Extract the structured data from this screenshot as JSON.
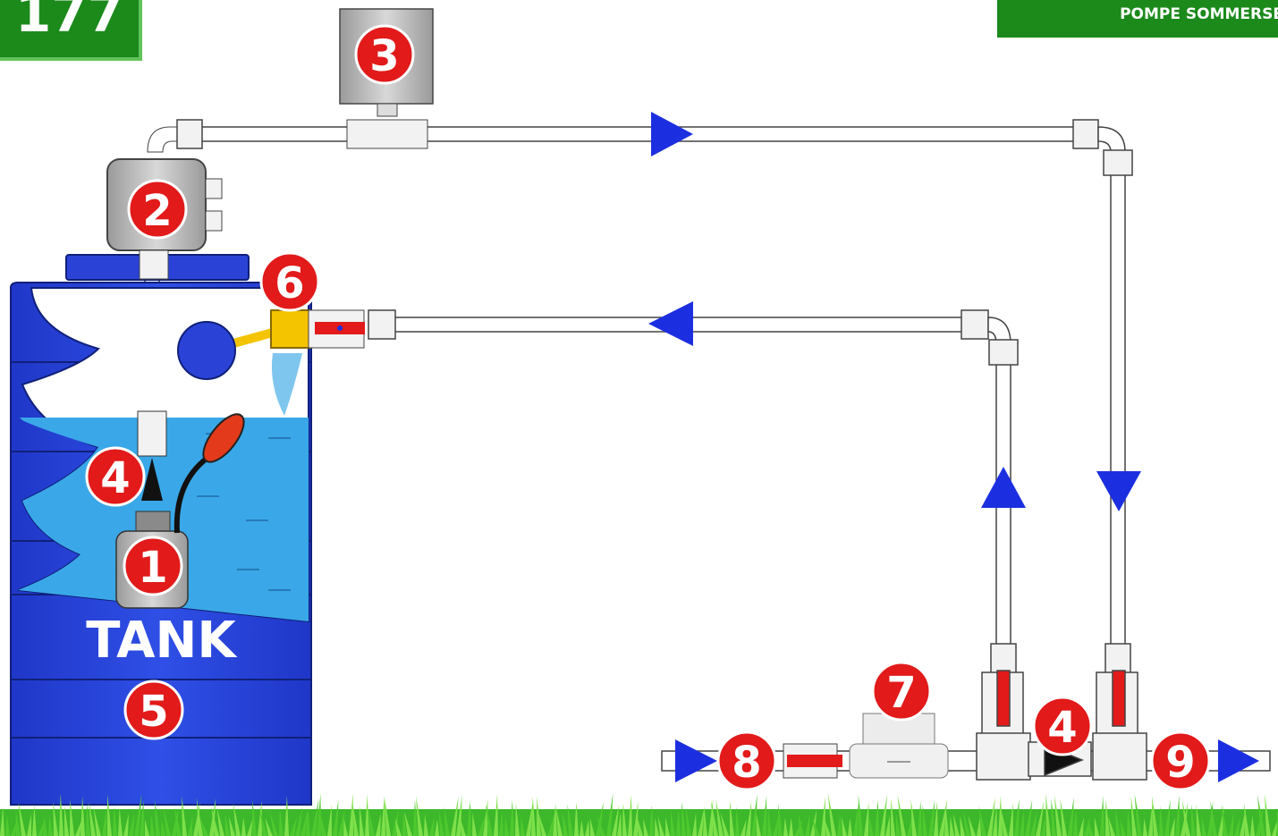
{
  "header": {
    "number": "177",
    "title": "POMPE SOMMERSE"
  },
  "tank_label": "TANK",
  "markers": [
    "1",
    "2",
    "3",
    "4",
    "5",
    "6",
    "7",
    "8",
    "9"
  ],
  "check_valve_marker": "4",
  "colors": {
    "badge_green": "#1b8a1b",
    "tank_blue": "#2a43d6",
    "water_blue": "#3aa8e8",
    "marker_red": "#e21a1a",
    "flow_arrow_blue": "#1c2fe0",
    "valve_red": "#e21a1a",
    "float_yellow": "#f5c400",
    "grass_green": "#3cb82a"
  },
  "icons": [
    "flow-arrow-right",
    "flow-arrow-left",
    "flow-arrow-up",
    "flow-arrow-down",
    "check-valve-icon",
    "ball-valve-icon"
  ]
}
